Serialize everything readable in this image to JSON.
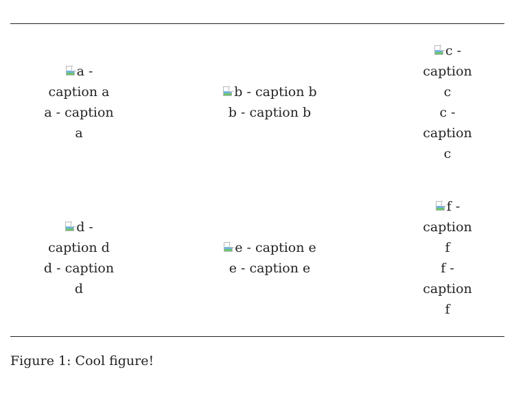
{
  "figure": {
    "rows": [
      [
        {
          "alt": "a - caption a",
          "caption": "a - caption a"
        },
        {
          "alt": "b - caption b",
          "caption": "b - caption b"
        },
        {
          "alt": "c - caption c",
          "caption": "c - caption c"
        }
      ],
      [
        {
          "alt": "d - caption d",
          "caption": "d - caption d"
        },
        {
          "alt": "e - caption e",
          "caption": "e - caption e"
        },
        {
          "alt": "f - caption f",
          "caption": "f - caption f"
        }
      ]
    ],
    "caption": "Figure 1: Cool figure!"
  }
}
